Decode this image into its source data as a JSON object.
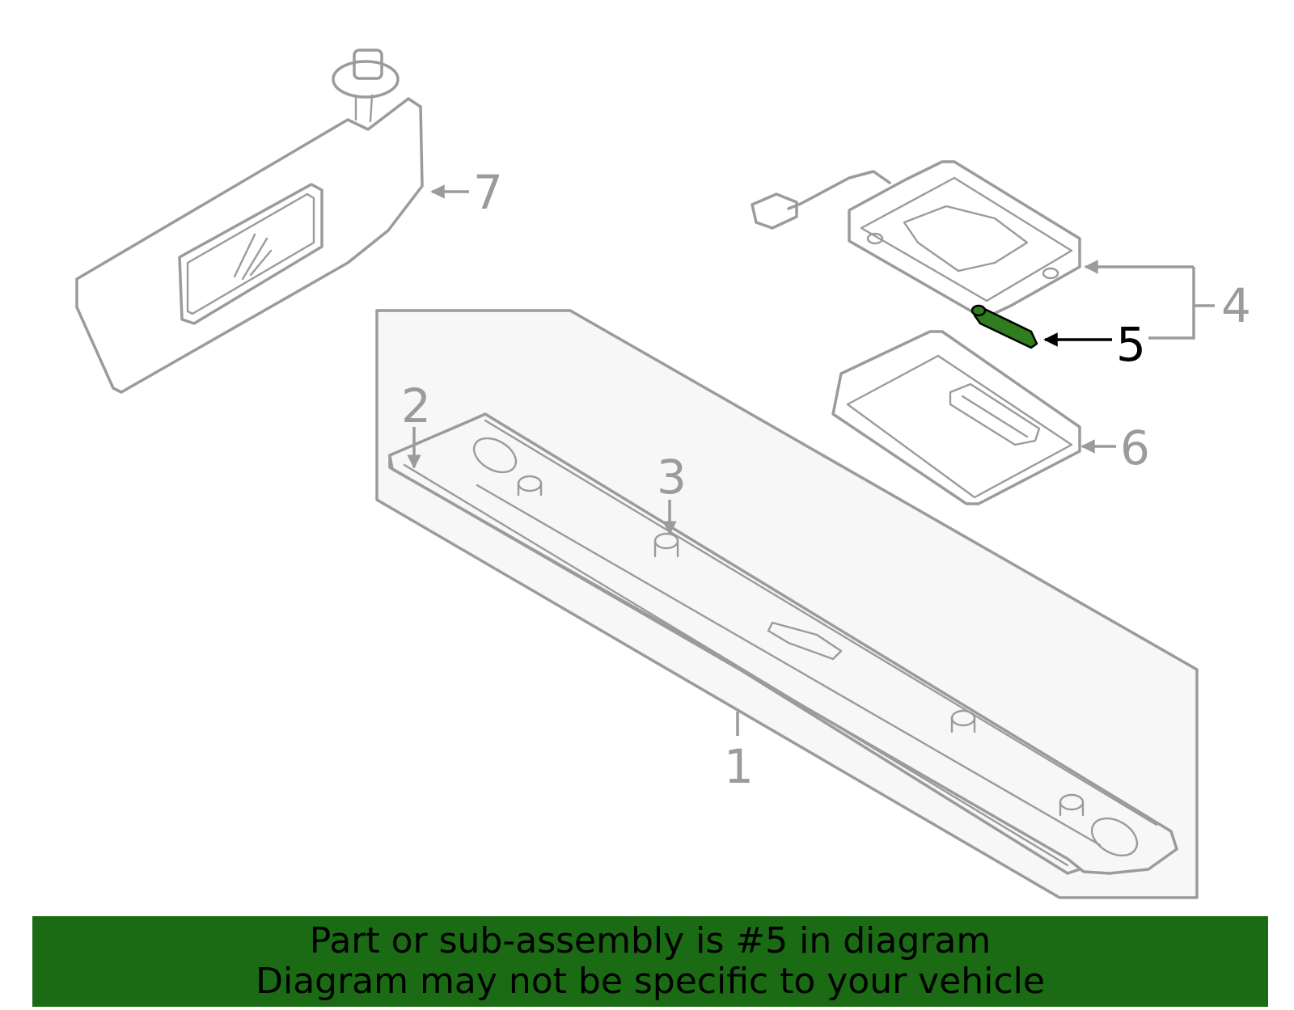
{
  "callouts": [
    {
      "number": "1",
      "part": "headliner",
      "highlighted": false
    },
    {
      "number": "2",
      "part": "weatherstrip",
      "highlighted": false
    },
    {
      "number": "3",
      "part": "clip",
      "highlighted": false
    },
    {
      "number": "4",
      "part": "dome-lamp-assembly",
      "highlighted": false
    },
    {
      "number": "5",
      "part": "bulb",
      "highlighted": true
    },
    {
      "number": "6",
      "part": "lens",
      "highlighted": false
    },
    {
      "number": "7",
      "part": "sun-visor",
      "highlighted": false
    }
  ],
  "banner": {
    "line1": "Part or sub-assembly is #5 in diagram",
    "line2": "Diagram may not be specific to your vehicle"
  },
  "colors": {
    "line": "#9b9b9b",
    "highlight_fill": "#2f7d1e",
    "banner_bg": "#1a6b14",
    "banner_text": "#000000"
  }
}
